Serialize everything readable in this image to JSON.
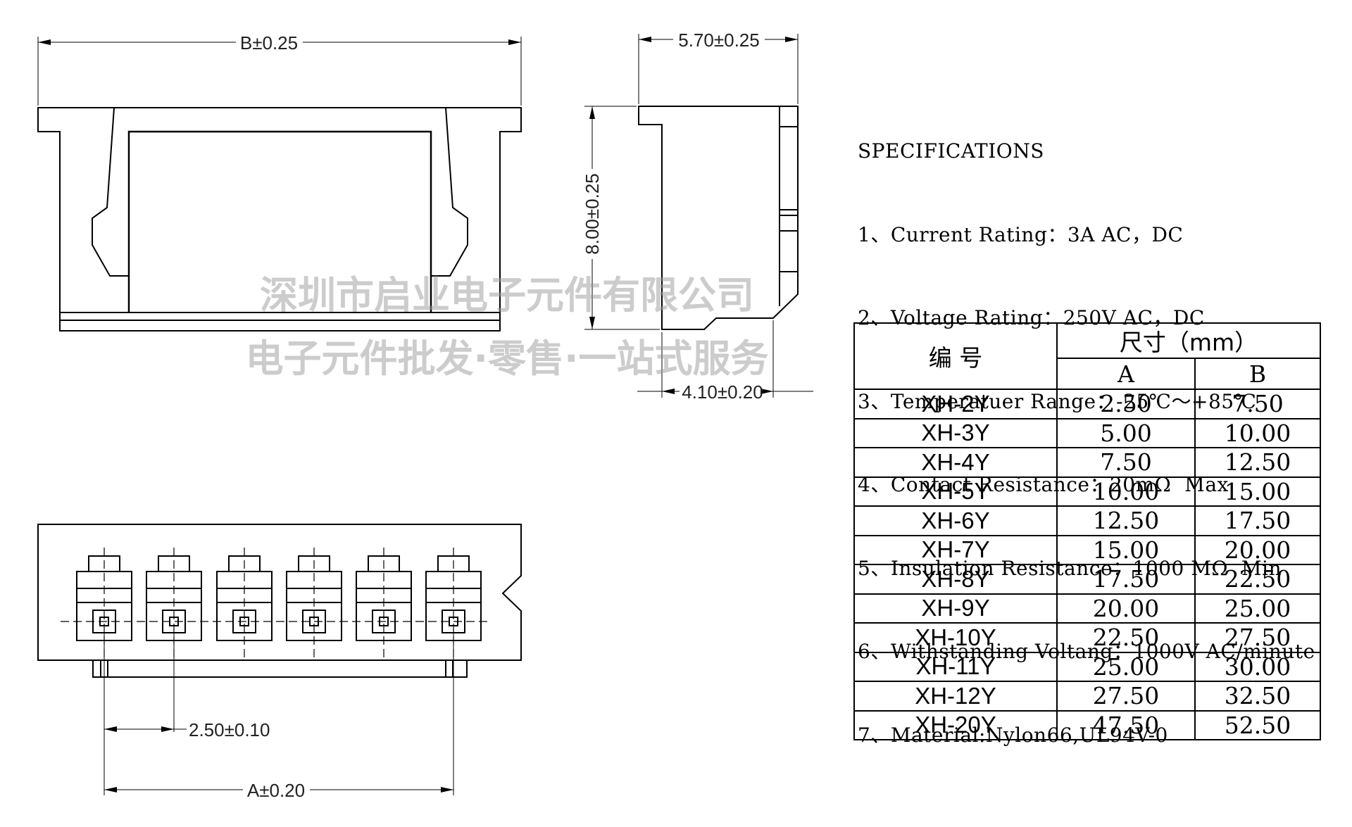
{
  "watermark": {
    "line1": "深圳市启业电子元件有限公司",
    "line2": "电子元件批发·零售·一站式服务"
  },
  "dimensions": {
    "b_width": "B±0.25",
    "side_width": "5.70±0.25",
    "height": "8.00±0.25",
    "side_depth": "4.10±0.20",
    "pitch": "2.50±0.10",
    "a_span": "A±0.20"
  },
  "specifications": {
    "title": "SPECIFICATIONS",
    "items": [
      "1、Current Rating：3A AC，DC",
      "2、Voltage Rating：250V AC，DC",
      "3、Temperatuer Range：-25℃～+85℃",
      "4、Contact Resistance：20mΩ  Max",
      "5、Insulation Resistance：1000 MΩ  Min",
      "6、Withstanding Voltang：1000V AC/minute",
      "7、Material:Nylon66,UL94V-0"
    ]
  },
  "table": {
    "model_header": "编    号",
    "size_header": "尺寸（mm）",
    "col_a": "A",
    "col_b": "B",
    "rows": [
      {
        "model": "XH-2Y",
        "a": "2.50",
        "b": "7.50"
      },
      {
        "model": "XH-3Y",
        "a": "5.00",
        "b": "10.00"
      },
      {
        "model": "XH-4Y",
        "a": "7.50",
        "b": "12.50"
      },
      {
        "model": "XH-5Y",
        "a": "10.00",
        "b": "15.00"
      },
      {
        "model": "XH-6Y",
        "a": "12.50",
        "b": "17.50"
      },
      {
        "model": "XH-7Y",
        "a": "15.00",
        "b": "20.00"
      },
      {
        "model": "XH-8Y",
        "a": "17.50",
        "b": "22.50"
      },
      {
        "model": "XH-9Y",
        "a": "20.00",
        "b": "25.00"
      },
      {
        "model": "XH-10Y",
        "a": "22.50",
        "b": "27.50"
      },
      {
        "model": "XH-11Y",
        "a": "25.00",
        "b": "30.00"
      },
      {
        "model": "XH-12Y",
        "a": "27.50",
        "b": "32.50"
      },
      {
        "model": "XH-20Y",
        "a": "47.50",
        "b": "52.50"
      }
    ]
  }
}
